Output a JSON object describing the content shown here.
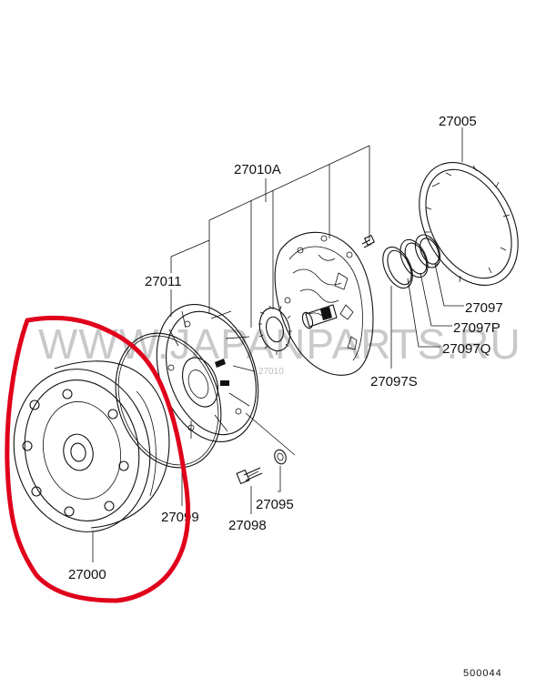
{
  "diagram": {
    "part_labels": {
      "p27005": "27005",
      "p27010A": "27010A",
      "p27011": "27011",
      "p27097": "27097",
      "p27097P": "27097P",
      "p27097Q": "27097Q",
      "p27097S": "27097S",
      "p27095": "27095",
      "p27098": "27098",
      "p27099": "27099",
      "p27000": "27000"
    },
    "diagram_code": "500044",
    "watermark": "WWW.JAPANPARTS.RU",
    "inner_watermark": "27010",
    "highlight_color": "#e0001b",
    "line_color": "#111111"
  }
}
